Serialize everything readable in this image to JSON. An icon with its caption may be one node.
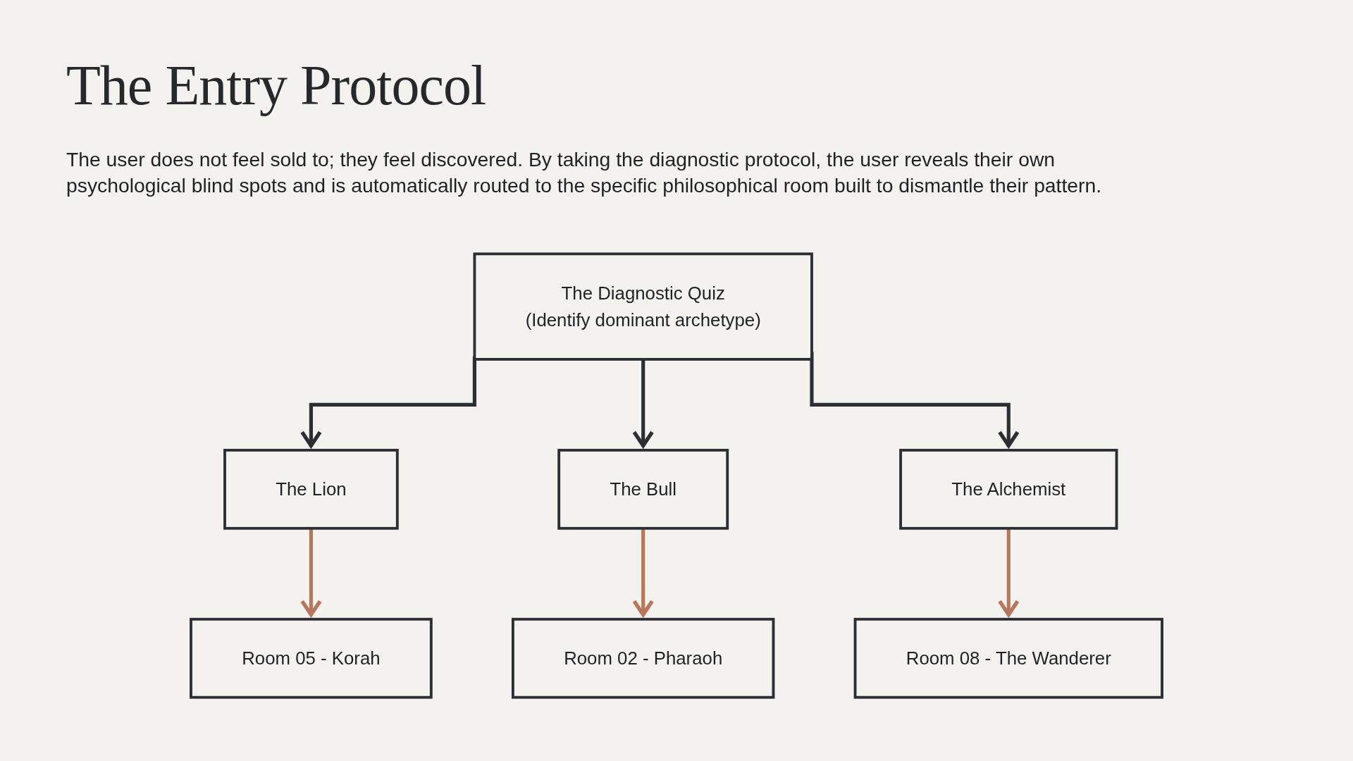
{
  "diagram": {
    "title": "The Entry Protocol",
    "caption": "The user does not feel sold to; they feel discovered. By taking the diagnostic protocol, the user reveals their own psychological blind spots and is automatically routed to the specific philosophical room built to dismantle their pattern.",
    "nodes": [
      {
        "text": [
          "The Diagnostic Quiz",
          "(Identify dominant archetype)"
        ]
      },
      {
        "text": [
          "The Lion"
        ]
      },
      {
        "text": [
          "The Bull"
        ]
      },
      {
        "text": [
          "The Alchemist"
        ]
      },
      {
        "text": [
          "Room 05 - Korah"
        ]
      },
      {
        "text": [
          "Room 02 - Pharaoh"
        ]
      },
      {
        "text": [
          "Room 08 - The Wanderer"
        ]
      }
    ],
    "edges": [
      {
        "from": 0,
        "to": 1,
        "arrow": "to"
      },
      {
        "from": 0,
        "to": 2,
        "arrow": "to"
      },
      {
        "from": 0,
        "to": 3,
        "arrow": "to"
      },
      {
        "from": 1,
        "to": 4,
        "arrow": "to",
        "color": "#b8765a"
      },
      {
        "from": 2,
        "to": 5,
        "arrow": "to",
        "color": "#b8765a"
      },
      {
        "from": 3,
        "to": 6,
        "arrow": "to",
        "color": "#b8765a"
      }
    ]
  }
}
